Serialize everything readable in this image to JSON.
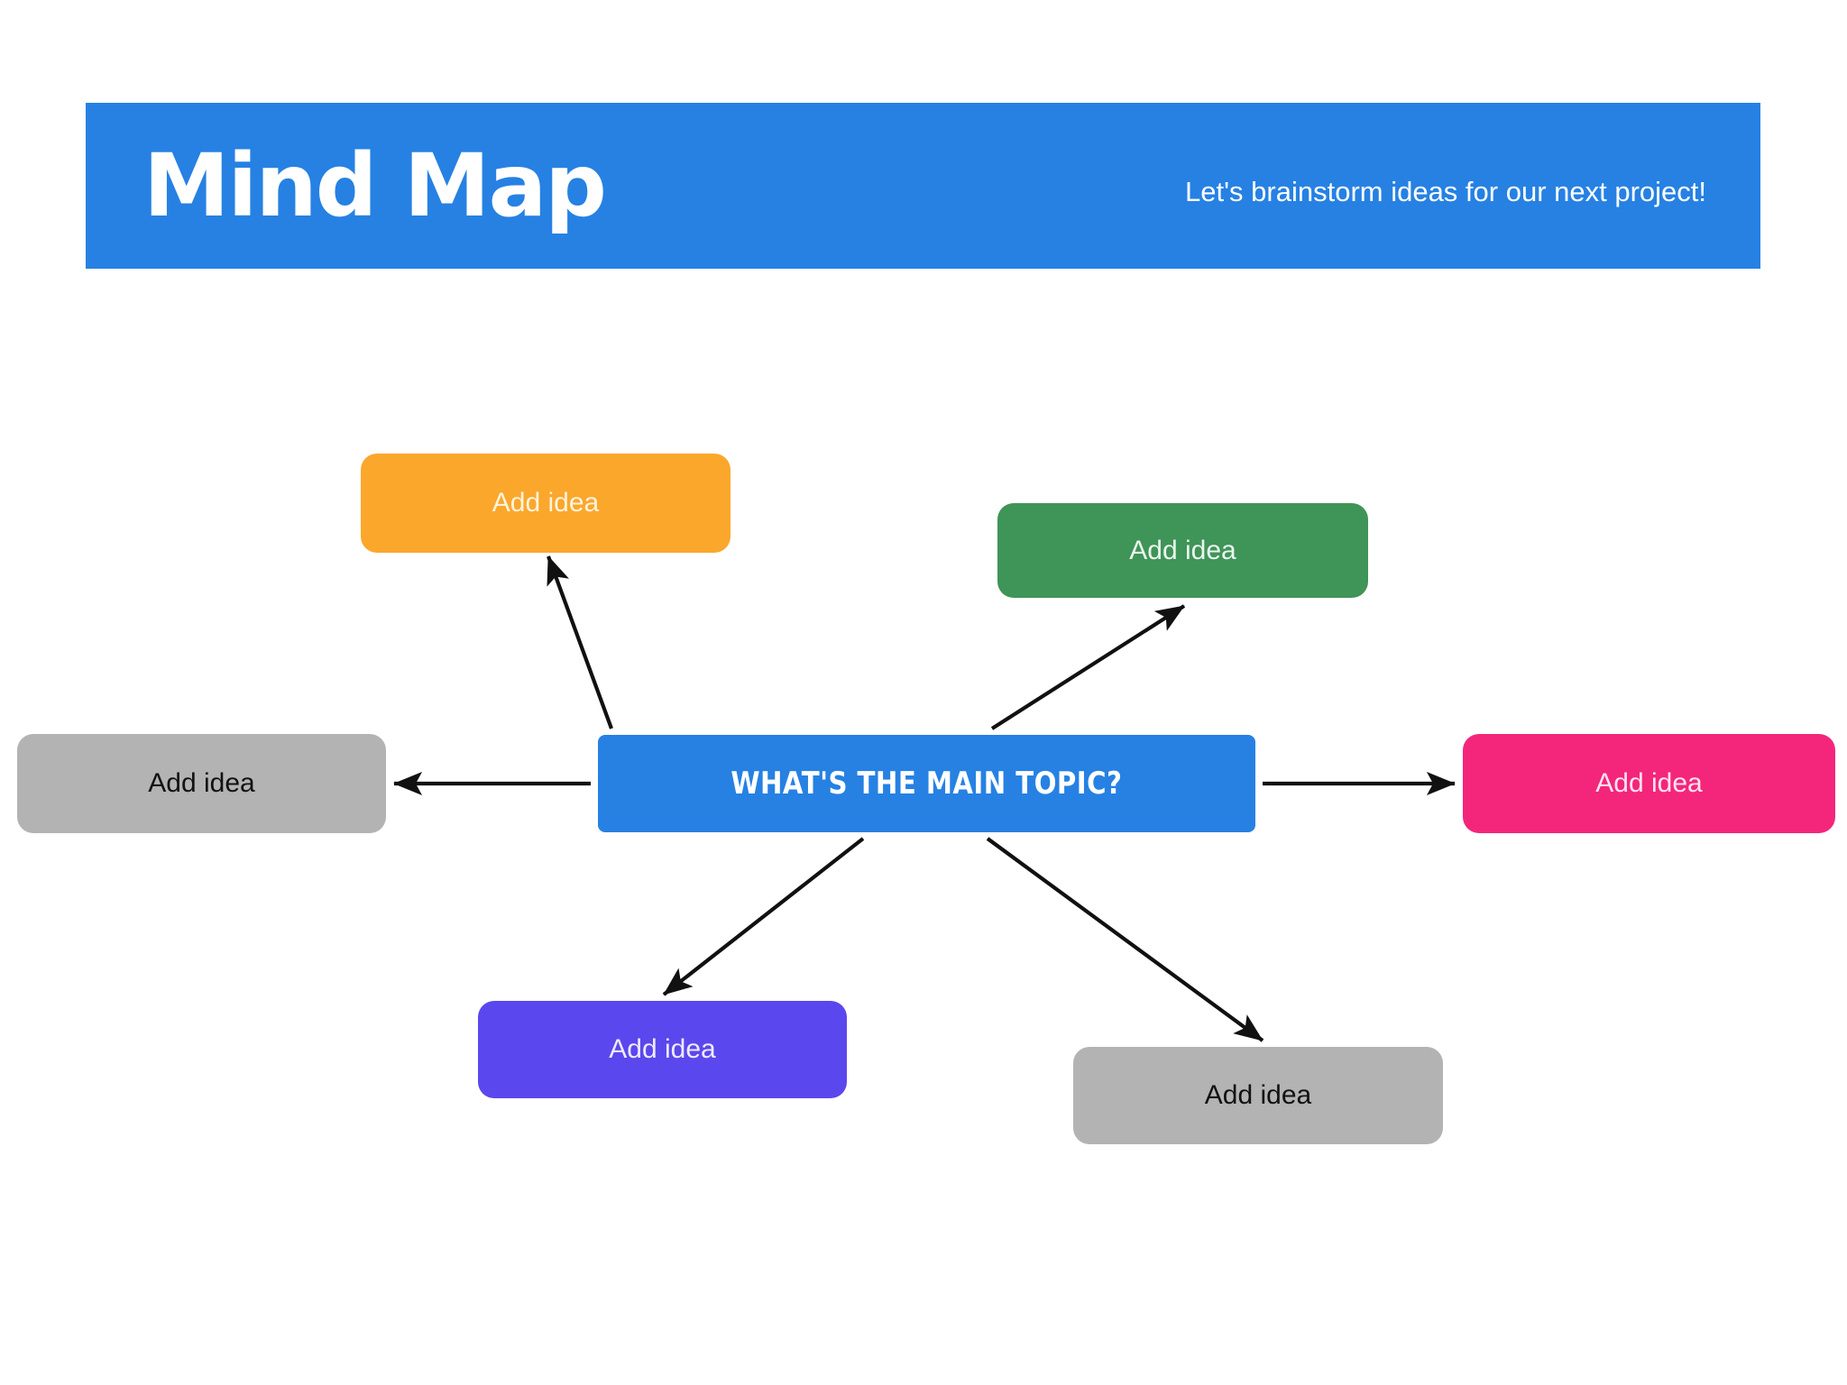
{
  "header": {
    "title": "Mind Map",
    "subtitle": "Let's brainstorm ideas for our next project!",
    "background_color": "#2681E3",
    "text_color": "#FFFFFF"
  },
  "diagram": {
    "type": "mind-map",
    "center": {
      "id": "center",
      "label": "WHAT'S THE MAIN TOPIC?",
      "color": "#2681E3",
      "text_color": "#FFFFFF"
    },
    "branches": [
      {
        "id": "orange",
        "label": "Add idea",
        "color": "#FAA72C",
        "text_color": "#FFF3DC",
        "position": "top-left",
        "arrow_direction": "center-to-branch"
      },
      {
        "id": "green",
        "label": "Add idea",
        "color": "#3F9458",
        "text_color": "#EAF5EE",
        "position": "top-right",
        "arrow_direction": "center-to-branch"
      },
      {
        "id": "gray-left",
        "label": "Add idea",
        "color": "#B3B3B3",
        "text_color": "#121212",
        "position": "left",
        "arrow_direction": "center-to-branch"
      },
      {
        "id": "pink",
        "label": "Add idea",
        "color": "#F3267B",
        "text_color": "#FFE2EE",
        "position": "right",
        "arrow_direction": "center-to-branch"
      },
      {
        "id": "purple",
        "label": "Add idea",
        "color": "#5B47EE",
        "text_color": "#EDEAFD",
        "position": "bottom-left",
        "arrow_direction": "center-to-branch"
      },
      {
        "id": "gray-bottom",
        "label": "Add idea",
        "color": "#B3B3B3",
        "text_color": "#121212",
        "position": "bottom-right",
        "arrow_direction": "center-to-branch"
      }
    ],
    "connector_color": "#111111",
    "background_color": "#FFFFFF"
  }
}
